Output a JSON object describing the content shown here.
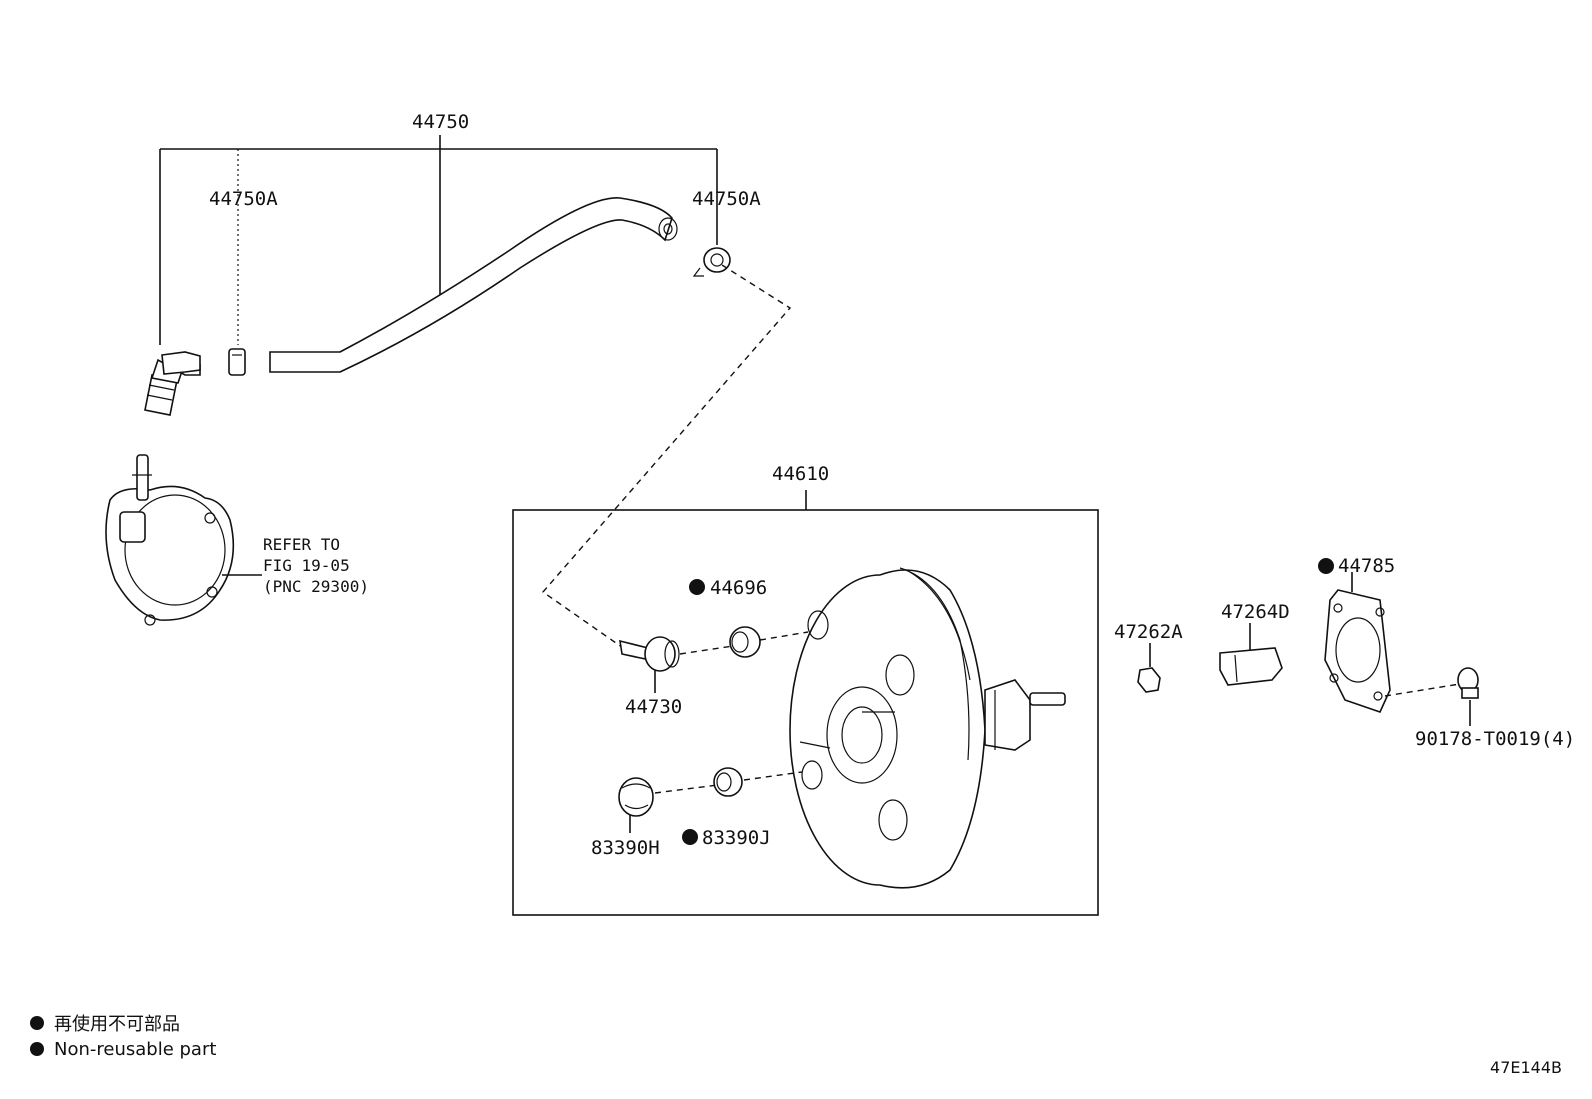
{
  "labels": {
    "l44750": "44750",
    "l44750A_left": "44750A",
    "l44750A_right": "44750A",
    "l44610": "44610",
    "l44696": "44696",
    "l44730": "44730",
    "l83390H": "83390H",
    "l83390J": "83390J",
    "l47262A": "47262A",
    "l47264D": "47264D",
    "l44785": "44785",
    "l90178": "90178-T0019(4)"
  },
  "refer": {
    "line1": "REFER TO",
    "line2": "FIG 19-05",
    "line3": "(PNC 29300)"
  },
  "legend": {
    "japanese": "再使用不可部品",
    "english": "Non-reusable part"
  },
  "figure_code": "47E144B"
}
